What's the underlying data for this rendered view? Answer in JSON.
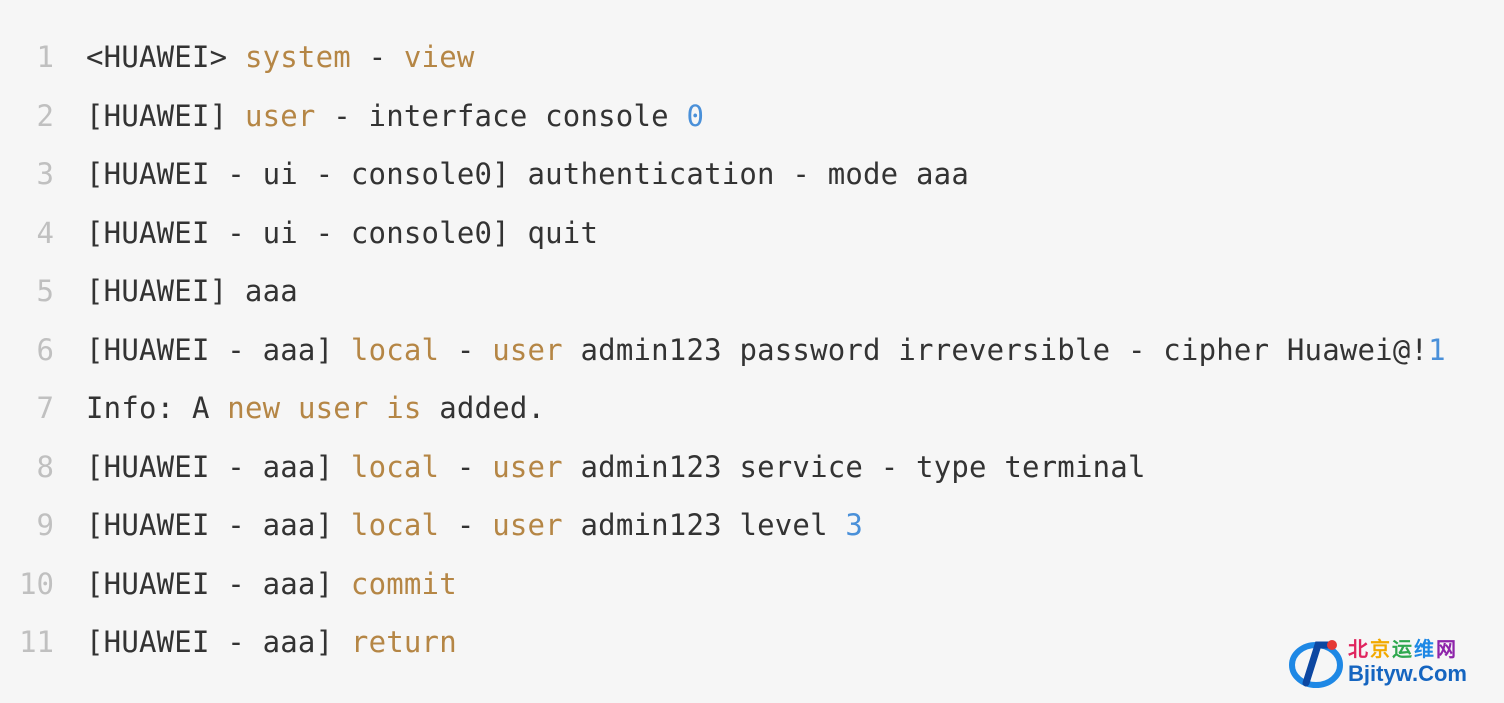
{
  "lines": [
    {
      "num": "1",
      "tokens": [
        {
          "t": "<HUAWEI> ",
          "c": "plain"
        },
        {
          "t": "system",
          "c": "kw"
        },
        {
          "t": " - ",
          "c": "plain"
        },
        {
          "t": "view",
          "c": "kw"
        }
      ]
    },
    {
      "num": "2",
      "tokens": [
        {
          "t": "[HUAWEI] ",
          "c": "plain"
        },
        {
          "t": "user",
          "c": "kw"
        },
        {
          "t": " - interface console ",
          "c": "plain"
        },
        {
          "t": "0",
          "c": "num"
        }
      ]
    },
    {
      "num": "3",
      "tokens": [
        {
          "t": "[HUAWEI - ui - console0] authentication - mode aaa",
          "c": "plain"
        }
      ]
    },
    {
      "num": "4",
      "tokens": [
        {
          "t": "[HUAWEI - ui - console0] quit",
          "c": "plain"
        }
      ]
    },
    {
      "num": "5",
      "tokens": [
        {
          "t": "[HUAWEI] aaa",
          "c": "plain"
        }
      ]
    },
    {
      "num": "6",
      "tokens": [
        {
          "t": "[HUAWEI - aaa] ",
          "c": "plain"
        },
        {
          "t": "local",
          "c": "kw"
        },
        {
          "t": " - ",
          "c": "plain"
        },
        {
          "t": "user",
          "c": "kw"
        },
        {
          "t": " admin123 password irreversible - cipher Huawei@!",
          "c": "plain"
        },
        {
          "t": "1",
          "c": "num"
        }
      ]
    },
    {
      "num": "7",
      "tokens": [
        {
          "t": "Info: A ",
          "c": "plain"
        },
        {
          "t": "new",
          "c": "kw"
        },
        {
          "t": " ",
          "c": "plain"
        },
        {
          "t": "user",
          "c": "kw"
        },
        {
          "t": " ",
          "c": "plain"
        },
        {
          "t": "is",
          "c": "kw"
        },
        {
          "t": " added.",
          "c": "plain"
        }
      ]
    },
    {
      "num": "8",
      "tokens": [
        {
          "t": "[HUAWEI - aaa] ",
          "c": "plain"
        },
        {
          "t": "local",
          "c": "kw"
        },
        {
          "t": " - ",
          "c": "plain"
        },
        {
          "t": "user",
          "c": "kw"
        },
        {
          "t": " admin123 service - type terminal",
          "c": "plain"
        }
      ]
    },
    {
      "num": "9",
      "tokens": [
        {
          "t": "[HUAWEI - aaa] ",
          "c": "plain"
        },
        {
          "t": "local",
          "c": "kw"
        },
        {
          "t": " - ",
          "c": "plain"
        },
        {
          "t": "user",
          "c": "kw"
        },
        {
          "t": " admin123 level ",
          "c": "plain"
        },
        {
          "t": "3",
          "c": "num"
        }
      ]
    },
    {
      "num": "10",
      "tokens": [
        {
          "t": "[HUAWEI - aaa] ",
          "c": "plain"
        },
        {
          "t": "commit",
          "c": "kw"
        }
      ]
    },
    {
      "num": "11",
      "tokens": [
        {
          "t": "[HUAWEI - aaa] ",
          "c": "plain"
        },
        {
          "t": "return",
          "c": "kw"
        }
      ]
    }
  ],
  "watermark": {
    "cn_chars": [
      "北",
      "京",
      "运",
      "维",
      "网"
    ],
    "site": "Bjityw.Com",
    "logo_icon": "bjityw-logo-icon"
  },
  "colors": {
    "background": "#f6f6f6",
    "line_number": "#c0c0c0",
    "plain": "#333333",
    "keyword": "#b58645",
    "number": "#4a90d9"
  }
}
